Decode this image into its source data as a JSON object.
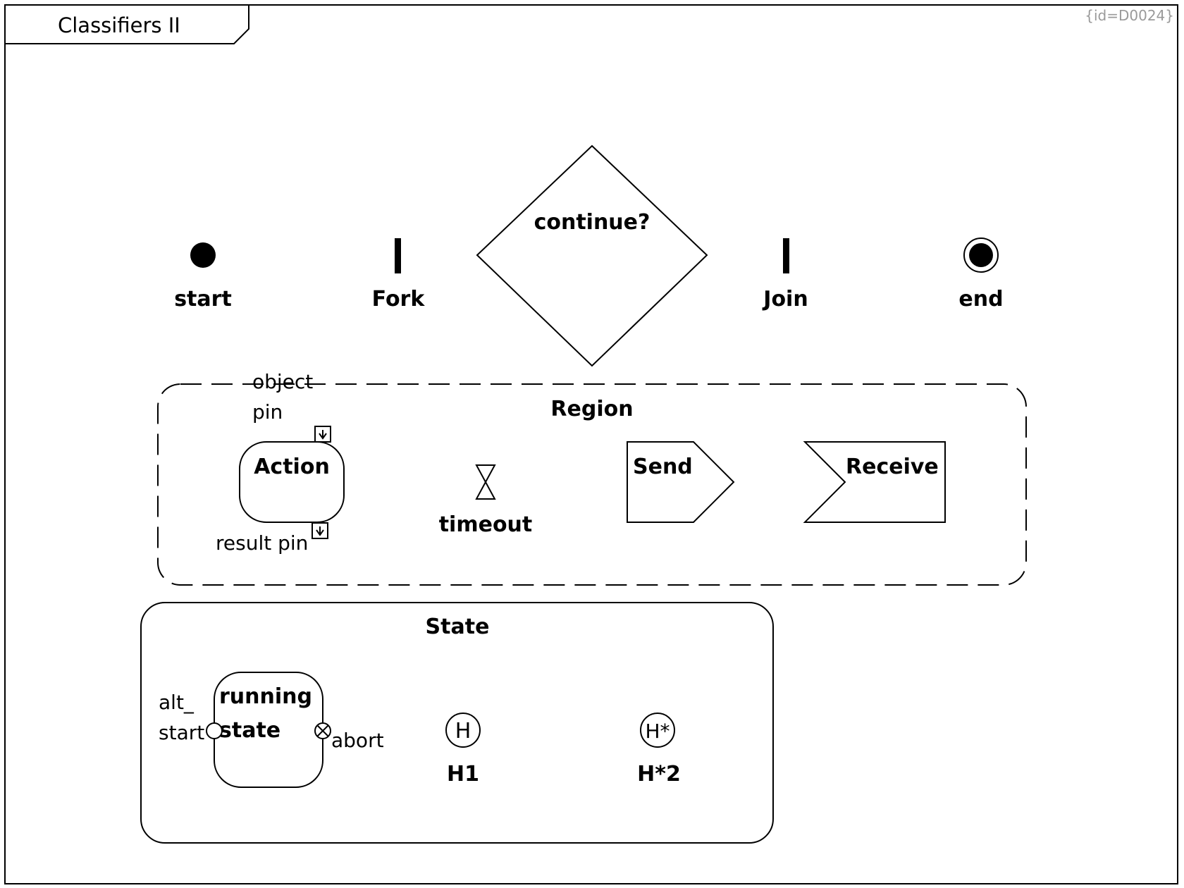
{
  "frame": {
    "title": "Classifiers II",
    "id_tag": "{id=D0024}"
  },
  "nodes": {
    "start": "start",
    "fork": "Fork",
    "decision": "continue?",
    "join": "Join",
    "end": "end"
  },
  "region": {
    "title": "Region",
    "object_pin_line1": "object",
    "object_pin_line2": "pin",
    "action": "Action",
    "result_pin": "result pin",
    "timeout": "timeout",
    "send": "Send",
    "receive": "Receive"
  },
  "state": {
    "title": "State",
    "running_line1": "running",
    "running_line2": "state",
    "alt_start_line1": "alt_",
    "alt_start_line2": "start",
    "abort": "abort",
    "history1": "H1",
    "history2": "H*2",
    "history_glyph": "H",
    "deep_history_glyph": "H*"
  }
}
